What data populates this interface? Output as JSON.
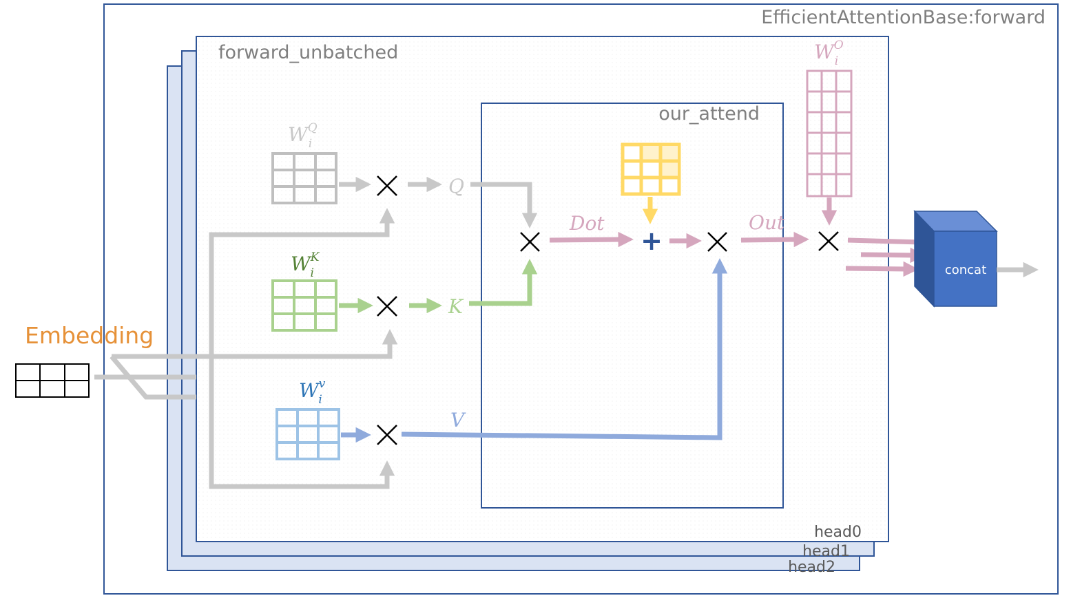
{
  "labels": {
    "outer_title": "EfficientAttentionBase:forward",
    "forward_title": "forward_unbatched",
    "attend_title": "our_attend",
    "head0": "head0",
    "head1": "head1",
    "head2": "head2",
    "embedding": "Embedding",
    "concat": "concat",
    "q": "Q",
    "k": "K",
    "v": "V",
    "dot": "Dot",
    "out": "Out",
    "plus": "+"
  },
  "weights": {
    "q": {
      "base": "W",
      "sub": "i",
      "sup": "Q"
    },
    "k": {
      "base": "W",
      "sub": "i",
      "sup": "K"
    },
    "v": {
      "base": "W",
      "sub": "i",
      "sup": "v"
    },
    "o": {
      "base": "W",
      "sub": "i",
      "sup": "O"
    }
  },
  "colors": {
    "frame": "#2f5597",
    "gray": "#c8c8c8",
    "green": "#a9d18e",
    "green_text": "#548235",
    "blue": "#8faadc",
    "blue_text": "#2e75b6",
    "pink": "#d5a6bd",
    "yellow": "#ffd966",
    "orange": "#e69138",
    "head_fill": "#dae3f3",
    "concat_front": "#4472c4",
    "concat_top": "#6a8fd6",
    "concat_side": "#2f5597"
  }
}
